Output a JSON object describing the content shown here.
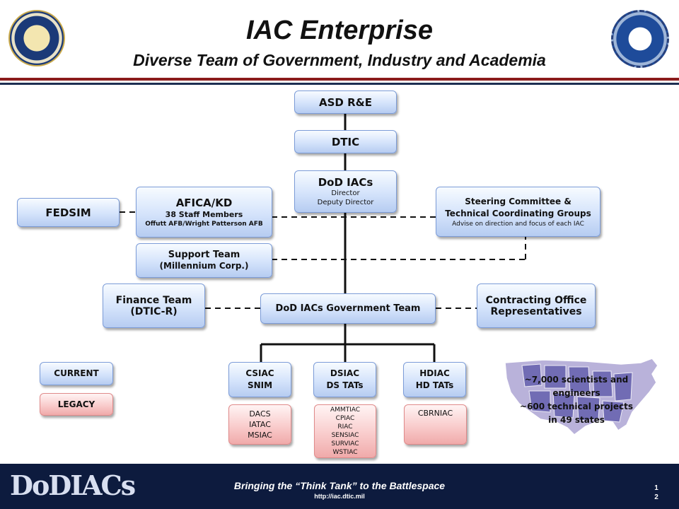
{
  "header": {
    "title": "IAC Enterprise",
    "subtitle": "Diverse Team of Government, Industry and Academia"
  },
  "org": {
    "asd": "ASD R&E",
    "dtic": "DTIC",
    "dod_iacs": {
      "title": "DoD IACs",
      "line1": "Director",
      "line2": "Deputy Director"
    },
    "fedsim": "FEDSIM",
    "afica": {
      "title": "AFICA/KD",
      "line1": "38 Staff Members",
      "line2": "Offutt AFB/Wright Patterson AFB"
    },
    "steering": {
      "line1": "Steering Committee &",
      "line2": "Technical Coordinating Groups",
      "line3": "Advise on direction and focus of each IAC"
    },
    "support": {
      "line1": "Support Team",
      "line2": "(Millennium Corp.)"
    },
    "finance": {
      "line1": "Finance Team",
      "line2": "(DTIC-R)"
    },
    "gov_team": "DoD IACs Government Team",
    "contracting": {
      "line1": "Contracting Office",
      "line2": "Representatives"
    },
    "csiac": {
      "line1": "CSIAC",
      "line2": "SNIM"
    },
    "dsiac": {
      "line1": "DSIAC",
      "line2": "DS TATs"
    },
    "hdiac": {
      "line1": "HDIAC",
      "line2": "HD TATs"
    },
    "legacy_cs": [
      "DACS",
      "IATAC",
      "MSIAC"
    ],
    "legacy_ds": [
      "AMMTIAC",
      "CPIAC",
      "RIAC",
      "SENSIAC",
      "SURVIAC",
      "WSTIAC"
    ],
    "legacy_hd": [
      "CBRNIAC"
    ]
  },
  "legend": {
    "current": "CURRENT",
    "legacy": "LEGACY"
  },
  "map_text": [
    "~7,000 scientists and",
    "engineers",
    "~600 technical projects",
    "in 49 states"
  ],
  "footer": {
    "logo": "DoDIACs",
    "tagline": "Bringing the “Think  Tank” to the Battlespace",
    "url": "http://iac.dtic.mil",
    "page": [
      "1",
      "2"
    ]
  },
  "colors": {
    "current_fill": "#c9dbf7",
    "legacy_fill": "#f7c2c2",
    "footer_bg": "#0d1b3e",
    "red_rule": "#8b1c1c"
  }
}
